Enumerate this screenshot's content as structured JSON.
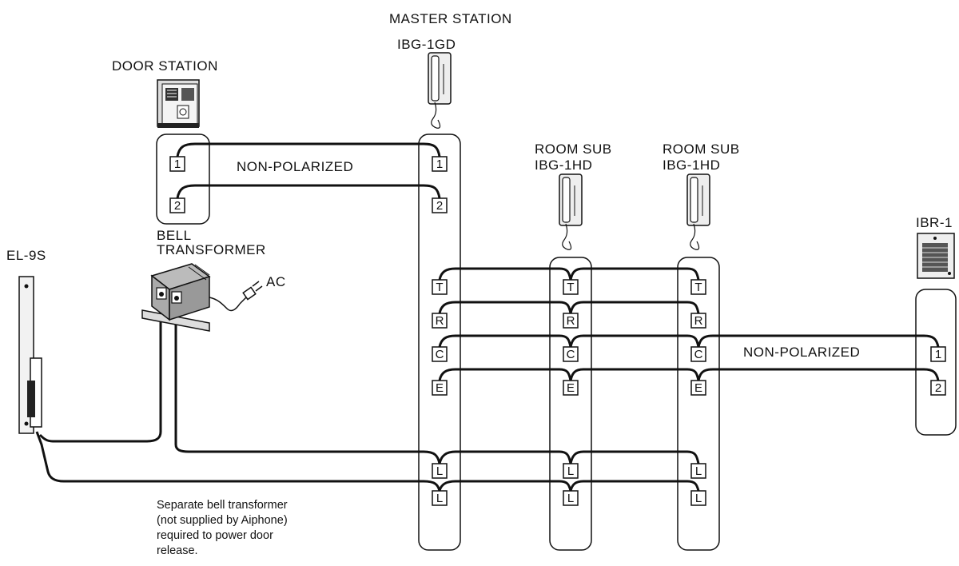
{
  "labels": {
    "master_station": "MASTER STATION",
    "master_model": "IBG-1GD",
    "door_station": "DOOR STATION",
    "room_sub_1": "ROOM SUB",
    "room_sub_1_model": "IBG-1HD",
    "room_sub_2": "ROOM SUB",
    "room_sub_2_model": "IBG-1HD",
    "ibr": "IBR-1",
    "el9s": "EL-9S",
    "bell_transformer_1": "BELL",
    "bell_transformer_2": "TRANSFORMER",
    "ac": "AC",
    "non_polarized_top": "NON-POLARIZED",
    "non_polarized_right": "NON-POLARIZED"
  },
  "note": [
    "Separate bell transformer",
    "(not supplied by Aiphone)",
    "required to power door",
    "release."
  ],
  "terminals": {
    "door": [
      "1",
      "2"
    ],
    "master": [
      "1",
      "2",
      "T",
      "R",
      "C",
      "E",
      "L",
      "L"
    ],
    "sub1": [
      "T",
      "R",
      "C",
      "E",
      "L",
      "L"
    ],
    "sub2": [
      "T",
      "R",
      "C",
      "E",
      "L",
      "L"
    ],
    "ibr": [
      "1",
      "2"
    ]
  },
  "icons": [
    "door-station-icon",
    "handset-icon",
    "speaker-icon",
    "door-release-icon",
    "transformer-icon",
    "ac-plug-icon"
  ]
}
